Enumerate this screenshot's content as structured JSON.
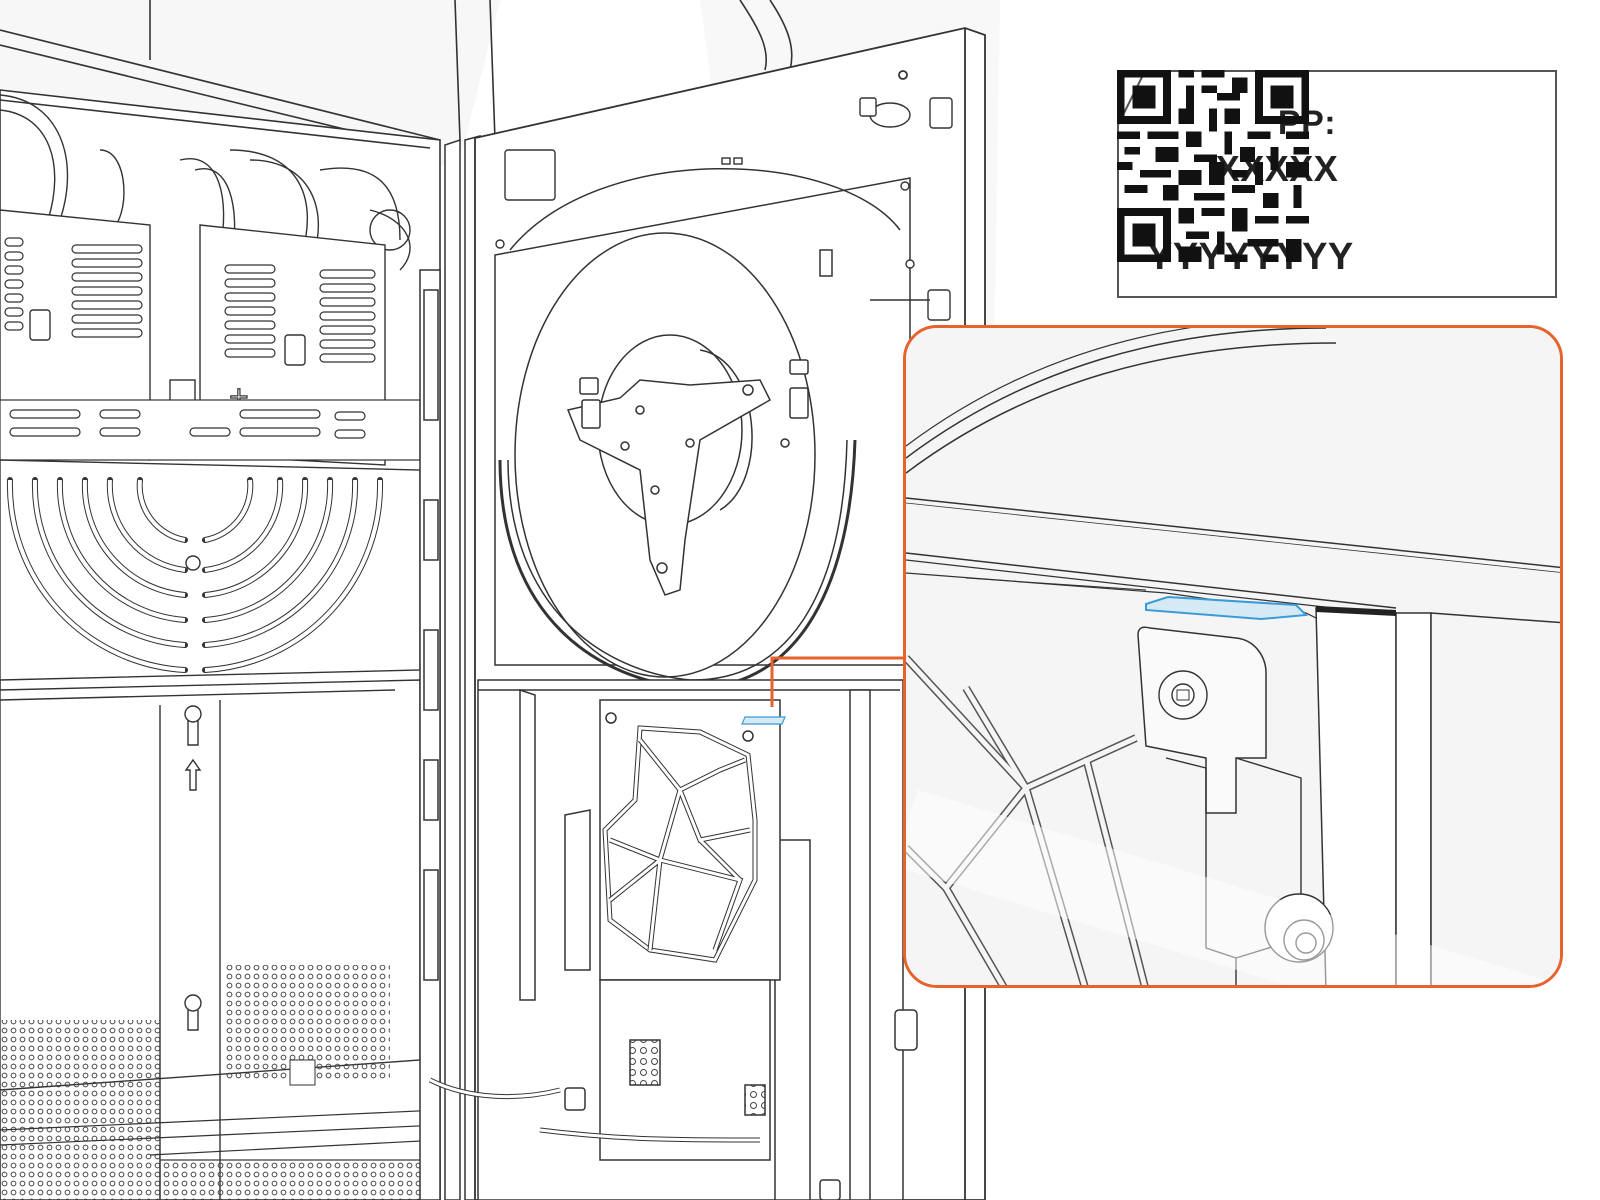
{
  "diagram": {
    "type": "technical-service-illustration",
    "subject": "Open equipment cabinet with swing-out door panel, fan assembly and drive/module bracket",
    "colors": {
      "line": "#333333",
      "background": "#ffffff",
      "shading": "#f2f2f2",
      "callout_accent": "#e8622c",
      "highlight_tab": "#d6eaf5",
      "highlight_tab_outline": "#3a9bd5"
    }
  },
  "label": {
    "pp_heading": "PP:",
    "pp_value": "XXXXX",
    "serial_value": "YYYYYYYY",
    "qr_icon": "qr-code"
  },
  "callout": {
    "description": "Magnified view of module top edge showing blue pull tab / label location",
    "highlight": "blue-tab"
  }
}
